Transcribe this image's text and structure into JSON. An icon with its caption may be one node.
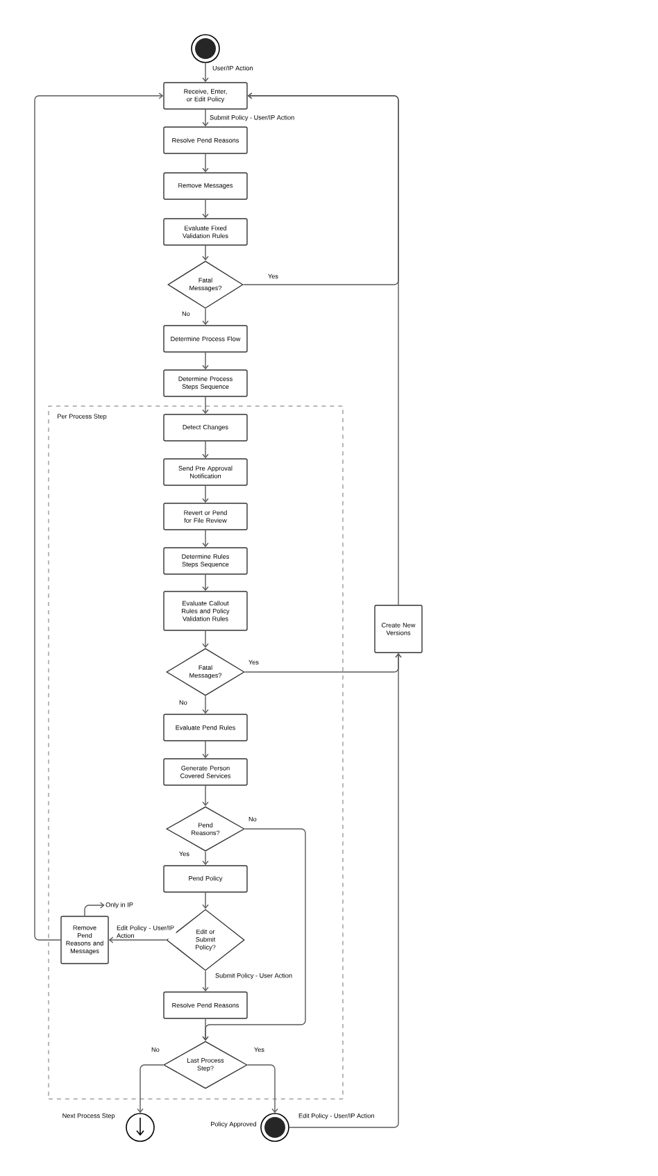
{
  "diagram": {
    "nodes": [
      {
        "text": [],
        "shape": "circle"
      },
      {
        "text": [
          "Receive, Enter, or Edit Policy"
        ]
      },
      {
        "text": [
          "Resolve Pend Reasons"
        ]
      },
      {
        "text": [
          "Remove Messages"
        ]
      },
      {
        "text": [
          "Evaluate Fixed Validation Rules"
        ]
      },
      {
        "text": [
          "Fatal Messages?"
        ]
      },
      {
        "text": [
          "Determine Process Flow"
        ]
      },
      {
        "text": [
          "Determine Process Steps Sequence"
        ]
      },
      {
        "text": [
          "Per Process Step"
        ]
      },
      {
        "text": [
          "Detect Changes"
        ],
        "in": 8
      },
      {
        "text": [
          "Send Pre Approval Notification"
        ],
        "in": 8
      },
      {
        "text": [
          "Revert or Pend for File Review"
        ],
        "in": 8
      },
      {
        "text": [
          "Determine Rules Steps Sequence"
        ],
        "in": 8
      },
      {
        "text": [
          "Evaluate Callout Rules and Policy Validation Rules"
        ],
        "in": 8
      },
      {
        "text": [
          "Fatal Messages?"
        ],
        "in": 8
      },
      {
        "text": [
          "Evaluate Pend Rules"
        ],
        "in": 8
      },
      {
        "text": [
          "Generate Person Covered Services"
        ],
        "in": 8
      },
      {
        "text": [
          "Pend Reasons?"
        ],
        "in": 8
      },
      {
        "text": [
          "Pend Policy"
        ],
        "in": 8
      },
      {
        "text": [
          "Edit or Submit Policy?"
        ],
        "in": 8
      },
      {
        "text": [
          "Remove Pend Reasons and Messages"
        ],
        "in": 8
      },
      {
        "text": [
          "Resolve Pend Reasons"
        ],
        "in": 8
      },
      {
        "text": [
          "Last Process Step?"
        ],
        "in": 8
      },
      {
        "text": [
          "Create New Versions"
        ]
      },
      {
        "text": [],
        "shape": "circle",
        "beside": [
          "Next Process Step"
        ]
      },
      {
        "text": [],
        "shape": "circle",
        "beside": [
          "Policy Approved"
        ]
      },
      {
        "text": [
          "Only in IP"
        ],
        "in": 8
      }
    ],
    "edges": [
      {
        "from": 0,
        "to": 1,
        "arrow": "to",
        "label": "User/IP Action"
      },
      {
        "from": 1,
        "to": 2,
        "arrow": "to",
        "label": "Submit Policy - User/IP Action"
      },
      {
        "from": 2,
        "to": 3,
        "arrow": "to"
      },
      {
        "from": 3,
        "to": 4,
        "arrow": "to"
      },
      {
        "from": 4,
        "to": 5,
        "arrow": "to"
      },
      {
        "from": 5,
        "to": 1,
        "arrow": "to",
        "label": "Yes"
      },
      {
        "from": 5,
        "to": 6,
        "arrow": "to",
        "label": "No"
      },
      {
        "from": 6,
        "to": 7,
        "arrow": "to"
      },
      {
        "from": 7,
        "to": 9,
        "arrow": "to"
      },
      {
        "from": 9,
        "to": 10,
        "arrow": "to"
      },
      {
        "from": 10,
        "to": 11,
        "arrow": "to"
      },
      {
        "from": 11,
        "to": 12,
        "arrow": "to"
      },
      {
        "from": 12,
        "to": 13,
        "arrow": "to"
      },
      {
        "from": 13,
        "to": 14,
        "arrow": "to"
      },
      {
        "from": 14,
        "to": 23,
        "arrow": "to",
        "label": "Yes"
      },
      {
        "from": 14,
        "to": 15,
        "arrow": "to",
        "label": "No"
      },
      {
        "from": 15,
        "to": 16,
        "arrow": "to"
      },
      {
        "from": 16,
        "to": 17,
        "arrow": "to"
      },
      {
        "from": 17,
        "to": 18,
        "arrow": "to",
        "label": "Yes"
      },
      {
        "from": 17,
        "to": 22,
        "arrow": "to",
        "label": "No"
      },
      {
        "from": 18,
        "to": 19,
        "arrow": "to"
      },
      {
        "from": 19,
        "to": 20,
        "arrow": "to",
        "label": "Edit Policy - User/IP Action"
      },
      {
        "from": 19,
        "to": 21,
        "arrow": "to",
        "label": "Submit Policy - User Action"
      },
      {
        "from": 20,
        "to": 1,
        "arrow": "to"
      },
      {
        "from": 20,
        "to": 26,
        "arrow": "to"
      },
      {
        "from": 21,
        "to": 22,
        "arrow": "to"
      },
      {
        "from": 22,
        "to": 24,
        "arrow": "to",
        "label": "No"
      },
      {
        "from": 22,
        "to": 25,
        "arrow": "to",
        "label": "Yes"
      },
      {
        "from": 25,
        "to": 23,
        "arrow": "to",
        "label": "Edit Policy - User/IP Action"
      },
      {
        "from": 23,
        "to": 1,
        "arrow": "to"
      }
    ]
  }
}
